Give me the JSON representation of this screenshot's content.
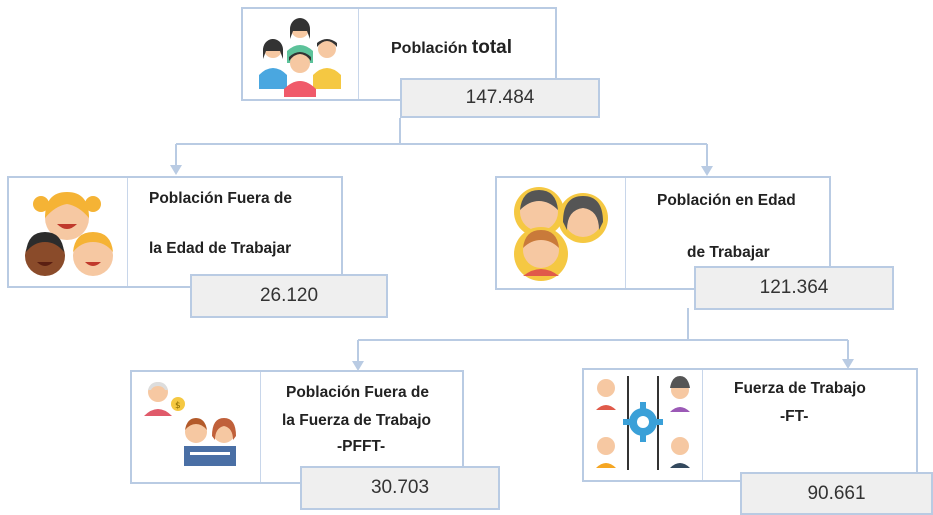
{
  "diagram": {
    "line_color": "#b9cbe3",
    "nodes": {
      "total": {
        "title_part1": "Población ",
        "title_part2": "total",
        "value": "147.484",
        "icon": "family-group-icon"
      },
      "outside_age": {
        "line1": "Población Fuera de",
        "line2": "la Edad de Trabajar",
        "value": "26.120",
        "icon": "children-icon"
      },
      "working_age": {
        "line1": "Población en Edad",
        "line2": "de Trabajar",
        "value": "121.364",
        "icon": "adults-group-icon"
      },
      "outside_labor": {
        "line1": "Población Fuera de",
        "line2": "la Fuerza de Trabajo",
        "line3": "-PFFT-",
        "value": "30.703",
        "icon": "retired-and-students-icon"
      },
      "labor_force": {
        "line1": "Fuerza de Trabajo",
        "line2": "-FT-",
        "value": "90.661",
        "icon": "workforce-gear-icon"
      }
    }
  }
}
